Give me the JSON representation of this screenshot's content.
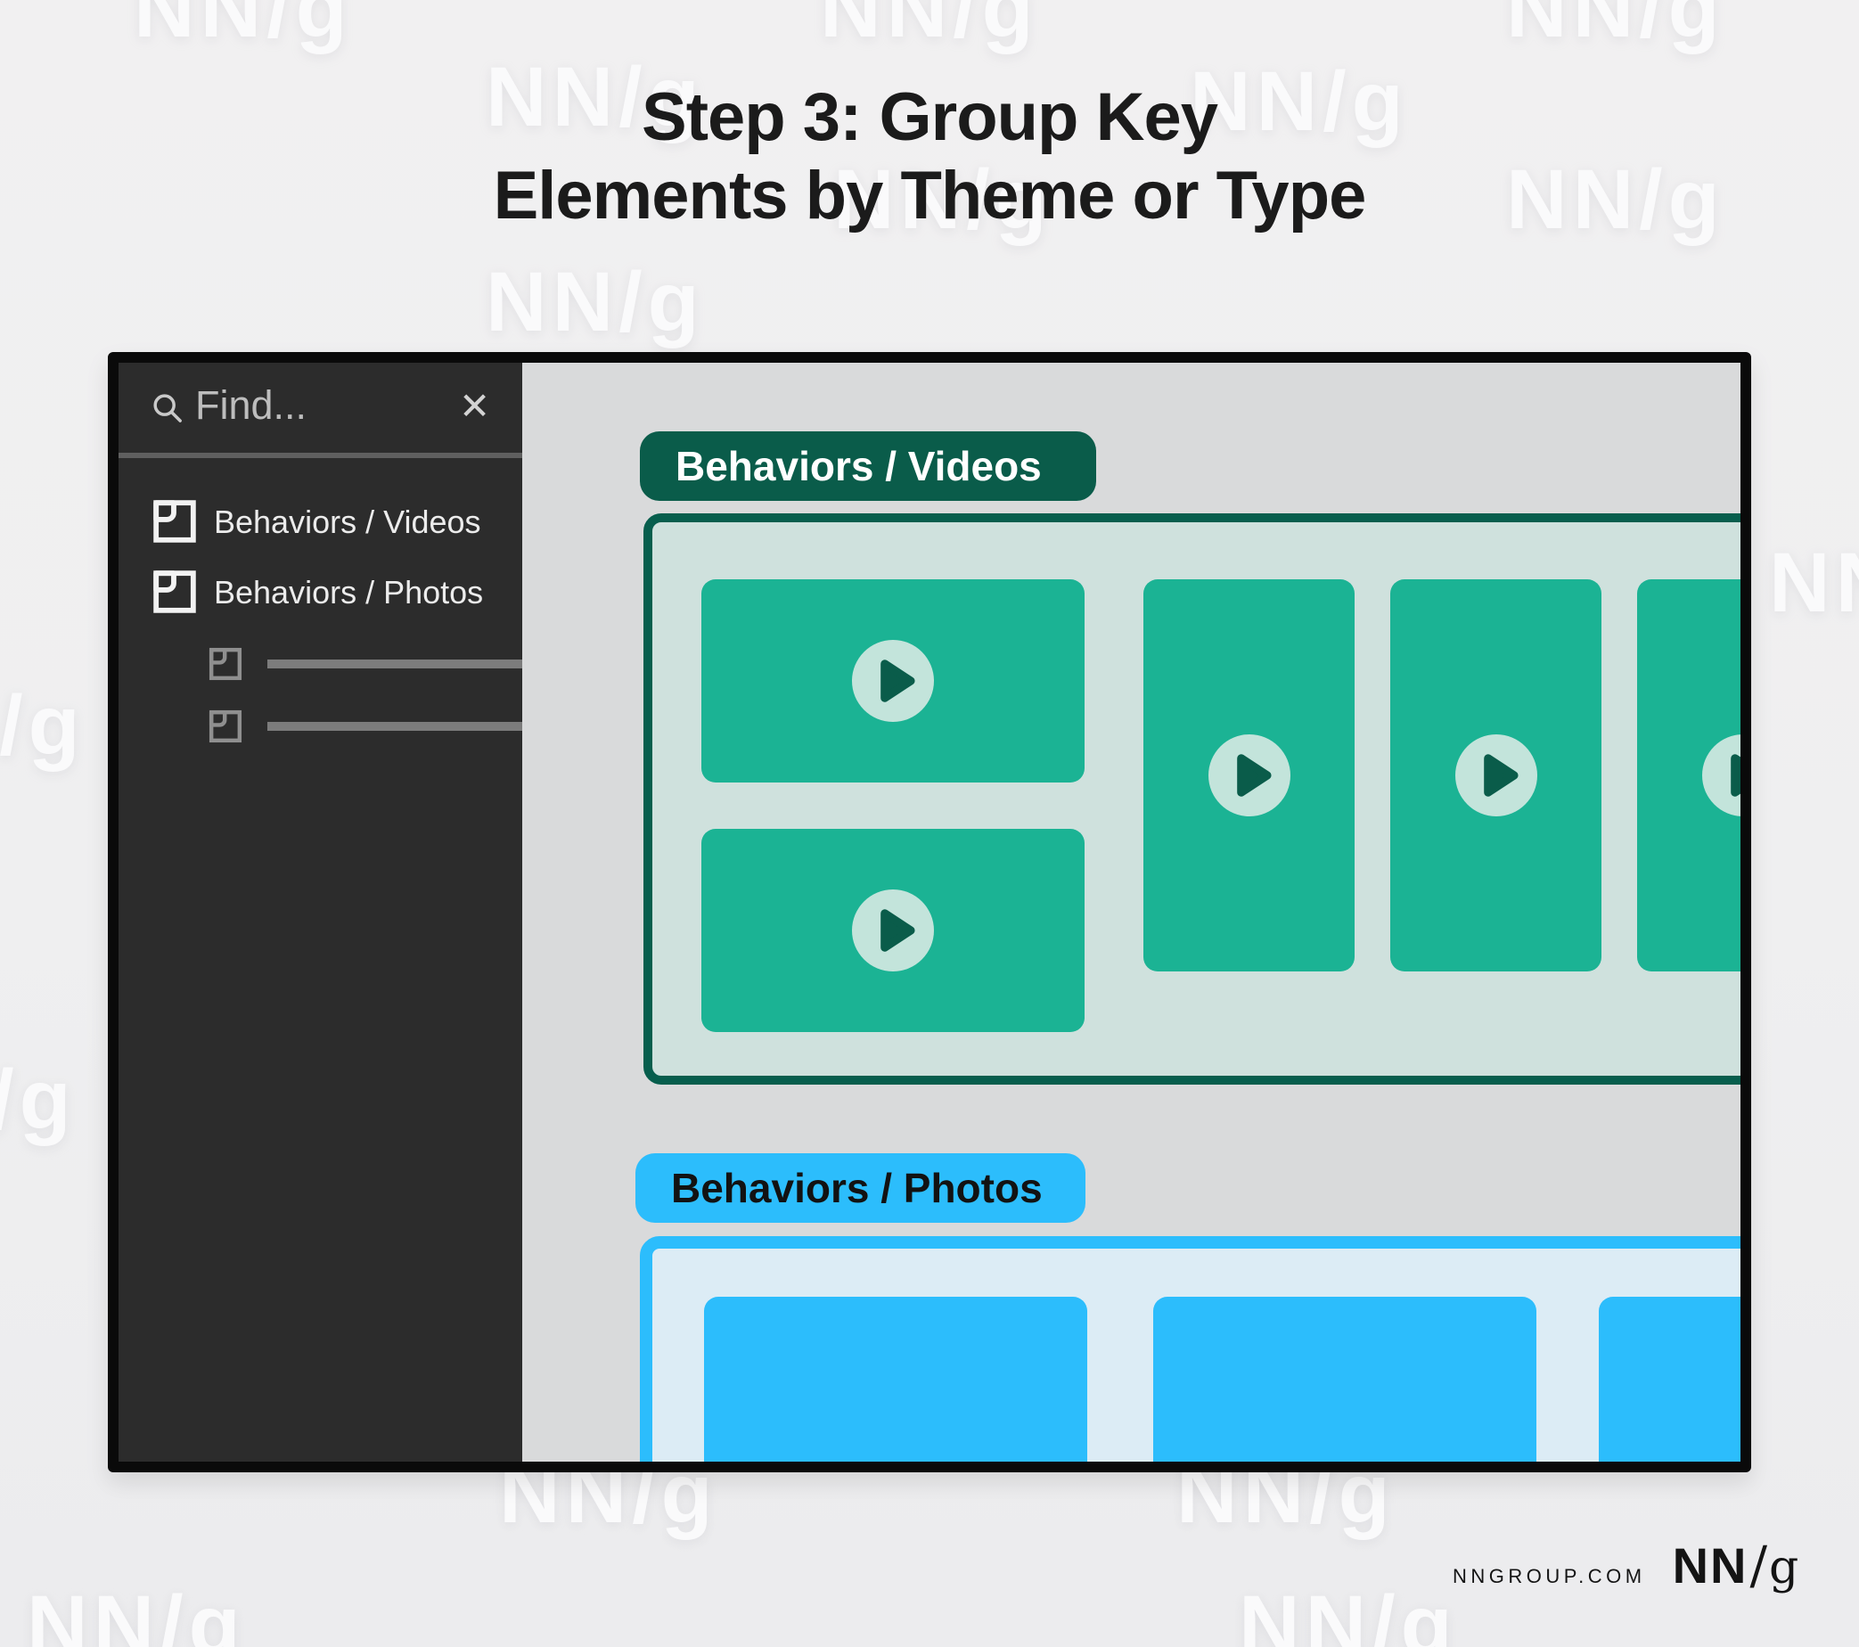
{
  "title": {
    "line1": "Step 3: Group Key",
    "line2": "Elements by Theme or Type"
  },
  "watermark_text": "NN/g",
  "window": {
    "sidebar": {
      "search": {
        "placeholder": "Find...",
        "close_glyph": "✕"
      },
      "items": [
        {
          "label": "Behaviors / Videos"
        },
        {
          "label": "Behaviors / Photos"
        }
      ],
      "placeholder_item_count": 2
    },
    "canvas": {
      "sections": [
        {
          "label": "Behaviors / Videos",
          "type": "videos",
          "accent_color": "#0a5c4a",
          "container_bg": "#cfe1dd",
          "card_color": "#1bb394",
          "card_count": 5,
          "play_button_color": "#c3e4db"
        },
        {
          "label": "Behaviors / Photos",
          "type": "photos",
          "accent_color": "#2cbdfc",
          "container_bg": "#dcecf5",
          "card_color": "#2cbdfc",
          "card_count": 3
        }
      ]
    }
  },
  "footer": {
    "site": "NNGROUP.COM",
    "logo_nn": "NN",
    "logo_slash": "/",
    "logo_g": "g"
  },
  "colors": {
    "page_bg": "#efeff0",
    "canvas_bg": "#d9dadb",
    "sidebar_bg": "#2c2c2c",
    "frame": "#0a0a0a",
    "green_dark": "#0a5c4a",
    "green_card": "#1bb394",
    "green_mint": "#cfe1dd",
    "blue_bright": "#2cbdfc",
    "blue_light": "#dcecf5"
  }
}
